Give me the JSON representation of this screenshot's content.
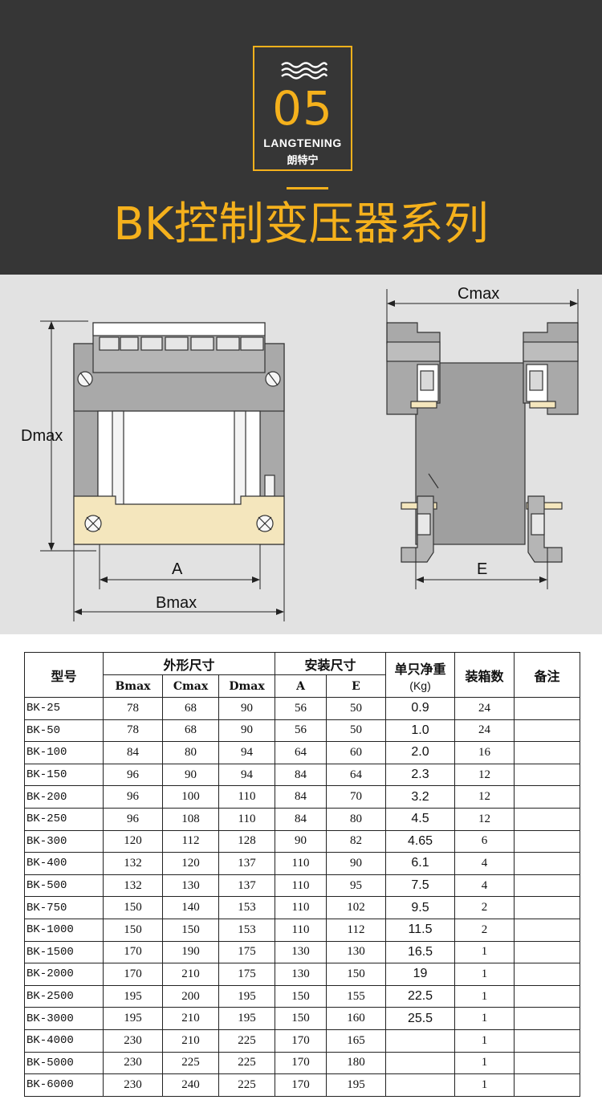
{
  "header": {
    "badge_number": "05",
    "brand": "LANGTENING",
    "brand_cn": "朗特宁",
    "title": "BK控制变压器系列"
  },
  "colors": {
    "accent": "#f5b11c",
    "header_bg": "#363636",
    "drawing_bg": "#e2e2e2"
  },
  "drawing": {
    "labels": {
      "dmax": "Dmax",
      "a": "A",
      "bmax": "Bmax",
      "cmax": "Cmax",
      "e": "E"
    }
  },
  "table": {
    "headers": {
      "model": "型号",
      "outer": "外形尺寸",
      "mount": "安装尺寸",
      "weight": "单只净重",
      "weight_unit": "(Kg)",
      "per_box": "装箱数",
      "notes": "备注",
      "bmax": "Bmax",
      "cmax": "Cmax",
      "dmax": "Dmax",
      "a": "A",
      "e": "E"
    },
    "rows": [
      [
        "BK-25",
        "78",
        "68",
        "90",
        "56",
        "50",
        "0.9",
        "24",
        ""
      ],
      [
        "BK-50",
        "78",
        "68",
        "90",
        "56",
        "50",
        "1.0",
        "24",
        ""
      ],
      [
        "BK-100",
        "84",
        "80",
        "94",
        "64",
        "60",
        "2.0",
        "16",
        ""
      ],
      [
        "BK-150",
        "96",
        "90",
        "94",
        "84",
        "64",
        "2.3",
        "12",
        ""
      ],
      [
        "BK-200",
        "96",
        "100",
        "110",
        "84",
        "70",
        "3.2",
        "12",
        ""
      ],
      [
        "BK-250",
        "96",
        "108",
        "110",
        "84",
        "80",
        "4.5",
        "12",
        ""
      ],
      [
        "BK-300",
        "120",
        "112",
        "128",
        "90",
        "82",
        "4.65",
        "6",
        ""
      ],
      [
        "BK-400",
        "132",
        "120",
        "137",
        "110",
        "90",
        "6.1",
        "4",
        ""
      ],
      [
        "BK-500",
        "132",
        "130",
        "137",
        "110",
        "95",
        "7.5",
        "4",
        ""
      ],
      [
        "BK-750",
        "150",
        "140",
        "153",
        "110",
        "102",
        "9.5",
        "2",
        ""
      ],
      [
        "BK-1000",
        "150",
        "150",
        "153",
        "110",
        "112",
        "11.5",
        "2",
        ""
      ],
      [
        "BK-1500",
        "170",
        "190",
        "175",
        "130",
        "130",
        "16.5",
        "1",
        ""
      ],
      [
        "BK-2000",
        "170",
        "210",
        "175",
        "130",
        "150",
        "19",
        "1",
        ""
      ],
      [
        "BK-2500",
        "195",
        "200",
        "195",
        "150",
        "155",
        "22.5",
        "1",
        ""
      ],
      [
        "BK-3000",
        "195",
        "210",
        "195",
        "150",
        "160",
        "25.5",
        "1",
        ""
      ],
      [
        "BK-4000",
        "230",
        "210",
        "225",
        "170",
        "165",
        "",
        "1",
        ""
      ],
      [
        "BK-5000",
        "230",
        "225",
        "225",
        "170",
        "180",
        "",
        "1",
        ""
      ],
      [
        "BK-6000",
        "230",
        "240",
        "225",
        "170",
        "195",
        "",
        "1",
        ""
      ]
    ]
  }
}
